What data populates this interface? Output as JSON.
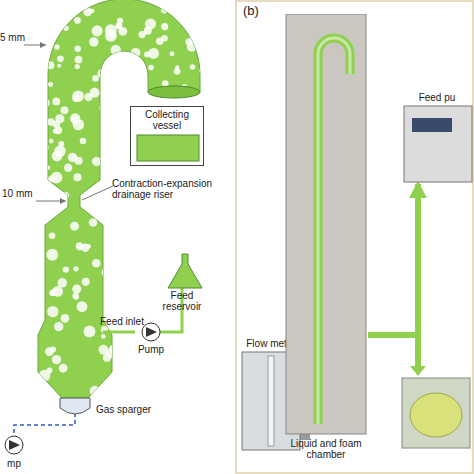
{
  "diagram": {
    "nodes": [
      {
        "text": [
          "Collecting vessel"
        ]
      },
      {
        "text": [
          "Feed reservoir"
        ]
      },
      {
        "text": [
          "Pump"
        ]
      },
      {
        "text": [
          "mp"
        ]
      },
      {
        "text": [
          "Flow meter"
        ]
      },
      {
        "text": [
          "Liquid and foam chamber"
        ]
      },
      {
        "text": [
          "Feed pu"
        ]
      }
    ],
    "edges": [
      {
        "from": 1,
        "to": 2,
        "arrow": "none"
      },
      {
        "from": 4,
        "to": 5,
        "arrow": "none"
      },
      {
        "from": 5,
        "to": 6,
        "arrow": "to"
      }
    ],
    "labels": [
      "(b)",
      "5 mm",
      "10 mm",
      "Contraction-expansion drainage riser",
      "Feed inlet",
      "Gas sparger"
    ]
  }
}
